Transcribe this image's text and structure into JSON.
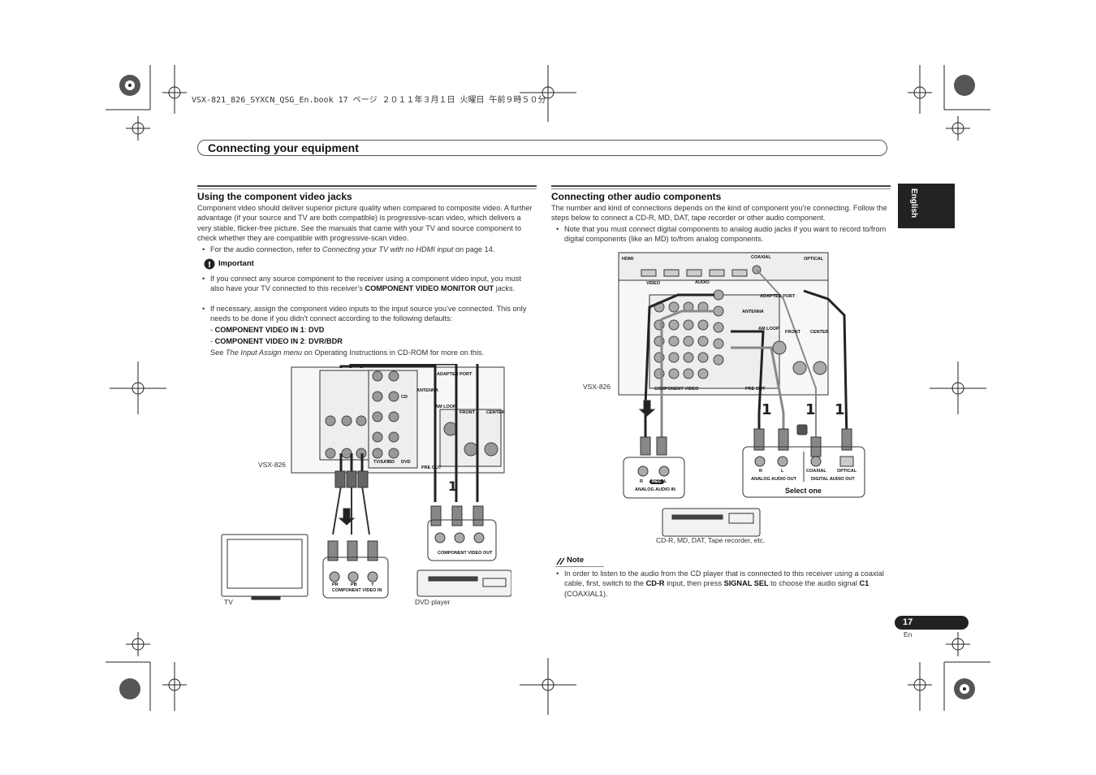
{
  "header": {
    "file_info": "VSX-821_826_SYXCN_QSG_En.book  17 ページ  ２０１１年３月１日  火曜日  午前９時５０分"
  },
  "section_title": "Connecting your equipment",
  "language_tab": "English",
  "page": {
    "number": "17",
    "lang": "En"
  },
  "left": {
    "heading": "Using the component video jacks",
    "intro": "Component video should deliver superior picture quality when compared to composite video. A further advantage (if your source and TV are both compatible) is progressive-scan video, which delivers a very stable, flicker-free picture. See the manuals that came with your TV and source component to check whether they are compatible with progressive-scan video.",
    "bullet_audio_pre": "For the audio connection, refer to ",
    "bullet_audio_ital": "Connecting your TV with no HDMI input",
    "bullet_audio_post": " on page 14.",
    "important_label": "Important",
    "imp1_pre": "If you connect any source component to the receiver using a component video input, you must also have your TV connected to this receiver’s ",
    "imp1_bold": "COMPONENT VIDEO MONITOR OUT",
    "imp1_post": " jacks.",
    "imp2": "If necessary, assign the component video inputs to the input source you’ve connected. This only needs to be done if you didn’t connect according to the following defaults:",
    "def1_a": "COMPONENT VIDEO IN 1",
    "def1_b": "DVD",
    "def2_a": "COMPONENT VIDEO IN 2",
    "def2_b": "DVR/BDR",
    "see_pre": "See ",
    "see_ital": "The Input Assign menu",
    "see_post": " on Operating Instructions in CD-ROM for more on this.",
    "fig": {
      "receiver_label": "VSX-826",
      "tv_label": "TV",
      "dvd_label": "DVD player",
      "comp_in": "COMPONENT VIDEO IN",
      "comp_out": "COMPONENT VIDEO OUT",
      "pr": "PR",
      "pb": "PB",
      "y": "Y",
      "adapter_port": "ADAPTER PORT",
      "antenna": "ANTENNA",
      "pre_out": "PRE OUT",
      "front": "FRONT",
      "center": "CENTER",
      "am_loop": "AM LOOP",
      "tvsat": "TV/SAT",
      "bd": "BD",
      "dvd": "DVD",
      "cd": "CD"
    }
  },
  "right": {
    "heading": "Connecting other audio components",
    "intro": "The number and kind of connections depends on the kind of component you’re connecting. Follow the steps below to connect a CD-R, MD, DAT, tape recorder or other audio component.",
    "bullet": "Note that you must connect digital components to analog audio jacks if you want to record to/from digital components (like an MD) to/from analog components.",
    "fig": {
      "receiver_label": "VSX-826",
      "analog_in": "ANALOG AUDIO IN",
      "analog_out": "ANALOG AUDIO OUT",
      "digital_out": "DIGITAL AUDIO OUT",
      "coaxial": "COAXIAL",
      "optical": "OPTICAL",
      "rec": "REC",
      "r": "R",
      "l": "L",
      "select_one": "Select one",
      "device_caption": "CD-R, MD, DAT, Tape recorder, etc.",
      "hdmi": "HDMI",
      "audio": "AUDIO",
      "video": "VIDEO",
      "component_video": "COMPONENT VIDEO",
      "adapter_port": "ADAPTER PORT",
      "antenna": "ANTENNA",
      "pre_out": "PRE OUT",
      "front": "FRONT",
      "center": "CENTER",
      "coaxial_top": "COAXIAL",
      "optical_top": "OPTICAL",
      "am_loop": "AM LOOP"
    },
    "note_label": "Note",
    "note_pre": "In order to listen to the audio from the CD player that is connected to this receiver using a coaxial cable, first, switch to the ",
    "note_b1": "CD-R",
    "note_mid": " input, then press ",
    "note_b2": "SIGNAL SEL",
    "note_mid2": " to choose the audio signal ",
    "note_b3": "C1",
    "note_post": " (COAXIAL1)."
  },
  "colors": {
    "dark": "#222222",
    "rule": "#444444"
  }
}
